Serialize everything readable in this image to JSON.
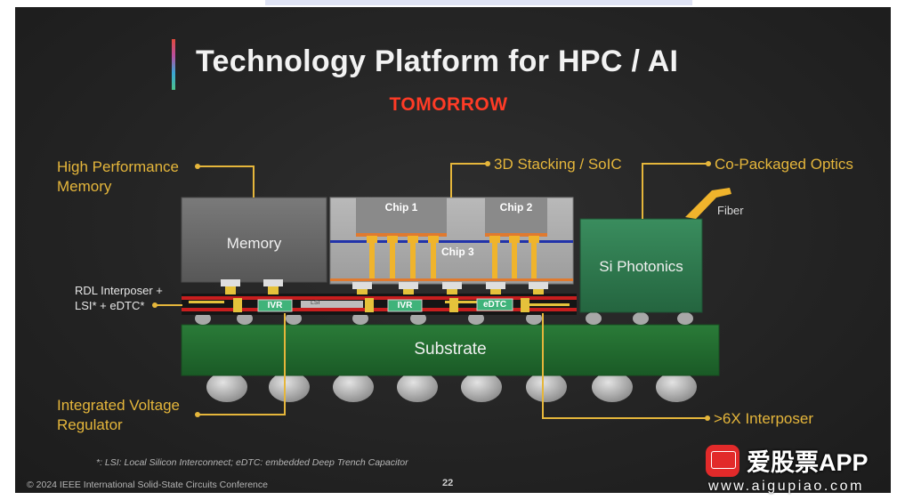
{
  "slide": {
    "title": "Technology Platform for HPC / AI",
    "subtitle": "TOMORROW"
  },
  "callouts": {
    "hbm_line1": "High Performance",
    "hbm_line2": "Memory",
    "stacking": "3D Stacking / SoIC",
    "cpo": "Co-Packaged Optics",
    "rdl_line1": "RDL Interposer +",
    "rdl_line2": "LSI* + eDTC*",
    "ivr_line1": "Integrated Voltage",
    "ivr_line2": "Regulator",
    "interposer": ">6X Interposer"
  },
  "blocks": {
    "memory": "Memory",
    "chip1": "Chip 1",
    "chip2": "Chip 2",
    "chip3": "Chip 3",
    "photonics": "Si Photonics",
    "fiber": "Fiber",
    "substrate": "Substrate",
    "ivr_a": "IVR",
    "ivr_b": "IVR",
    "lsi": "LSI",
    "edtc": "eDTC"
  },
  "footer": {
    "footnote": "*: LSI: Local Silicon Interconnect; eDTC: embedded Deep Trench Capacitor",
    "copyright": "© 2024 IEEE International Solid-State Circuits Conference",
    "page": "22"
  },
  "watermark": {
    "brand": "爱股票APP",
    "url": "www.aigupiao.com",
    "logo_icon": "aigupiao-logo-icon"
  },
  "colors": {
    "background": "#232323",
    "title": "#f2f2f2",
    "subtitle": "#ff3b26",
    "callout": "#e5b63b",
    "substrate": "#1f6b2e",
    "photonics": "#2f7d52",
    "memory": "#6b6b6b",
    "interposer_red": "#c81e1e"
  }
}
